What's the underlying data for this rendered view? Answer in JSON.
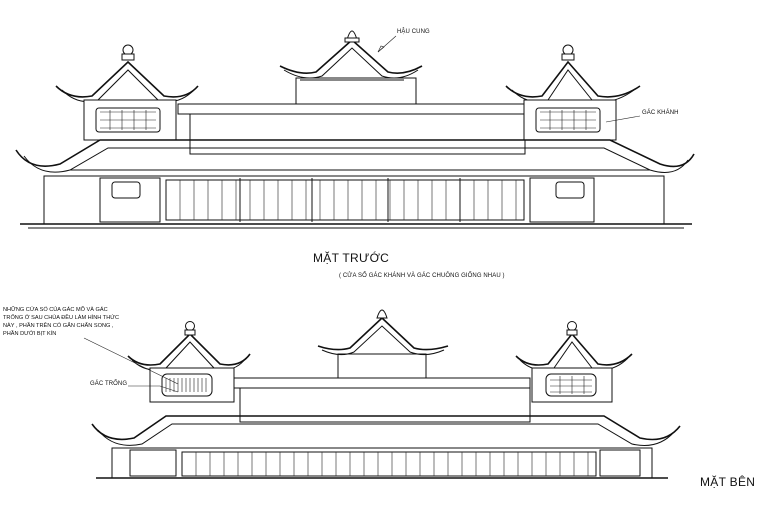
{
  "labels": {
    "hau_cung": "HẬU CUNG",
    "gac_khanh": "GÁC KHÁNH",
    "front_title": "MẶT TRƯỚC",
    "front_note": "( CỬA SỔ GÁC KHÁNH VÀ GÁC CHUÔNG GIỐNG NHAU )",
    "side_note": "NHỮNG CỬA SỔ CỦA GÁC MÕ VÀ GÁC TRỐNG Ở SAU CHÙA ĐỀU LÀM HÌNH THỨC NÀY , PHẦN TRÊN CÓ GẮN CHẤN SONG , PHẦN DƯỚI BỊT KÍN",
    "gac_trong": "GÁC TRỐNG",
    "side_title": "MẶT BÊN"
  }
}
